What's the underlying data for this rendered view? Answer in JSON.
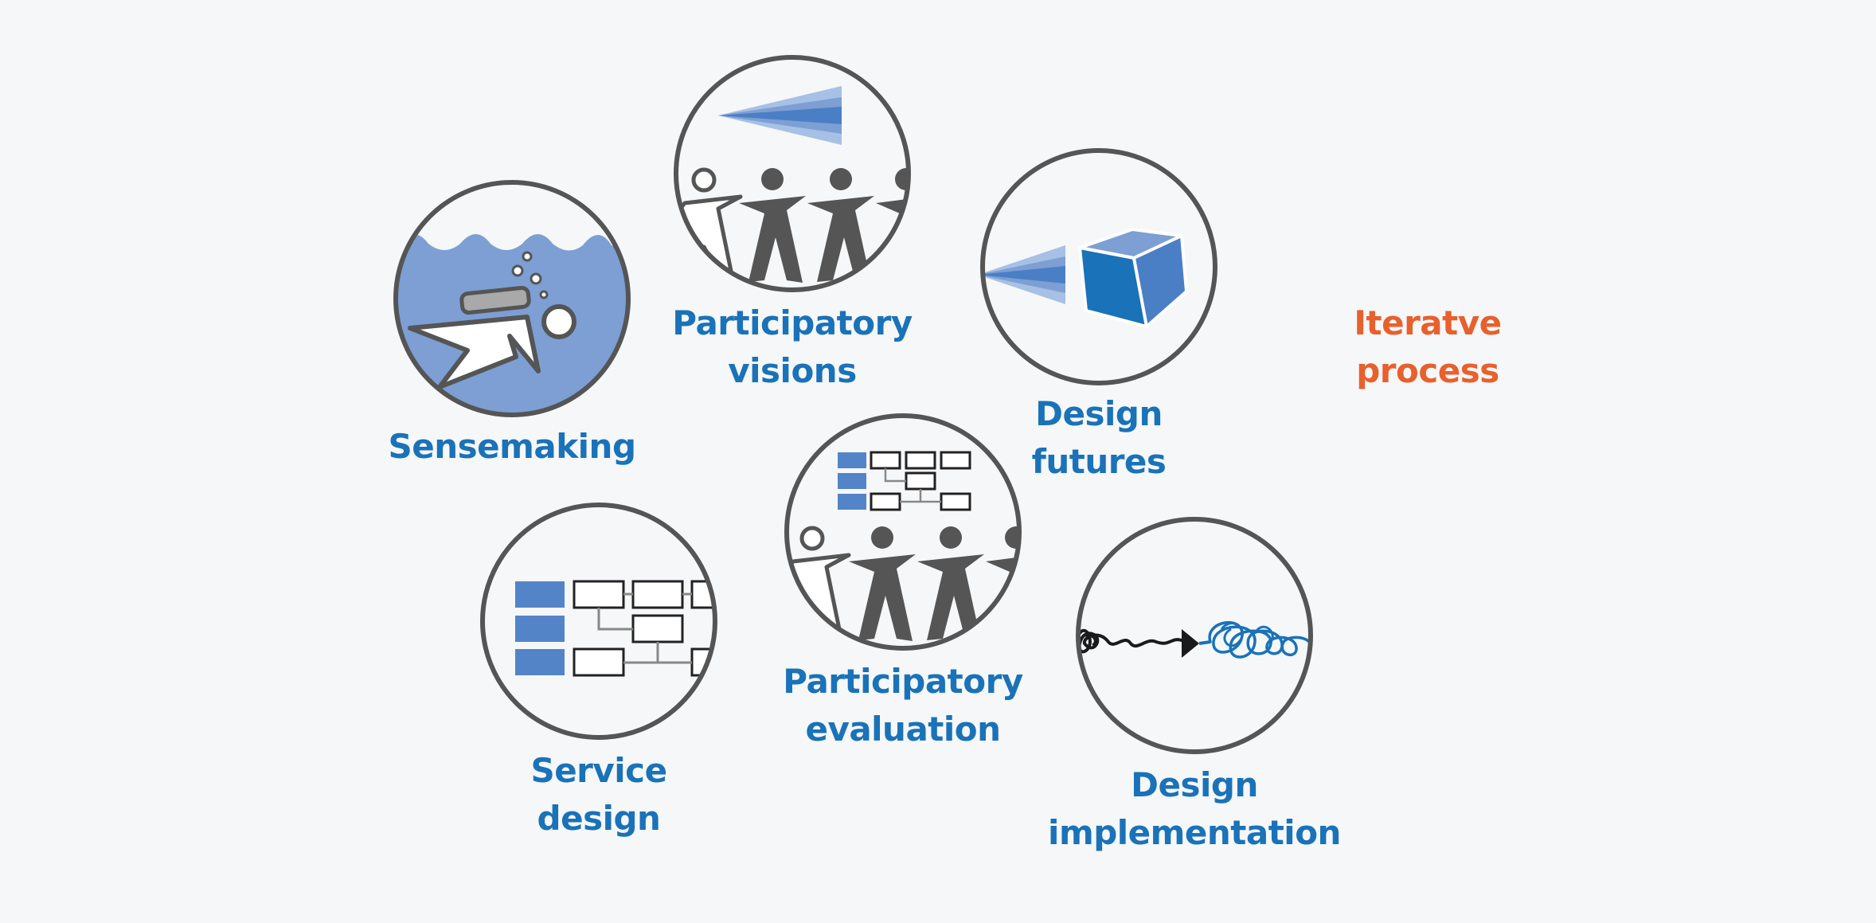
{
  "colors": {
    "label": "#1a72b8",
    "accent": "#e8602c",
    "outline": "#555555",
    "fill_light": "#7d9fd3",
    "fill_mid": "#5384c8",
    "fill_dark": "#1a72b8",
    "background": "#f5f7f9"
  },
  "nodes": [
    {
      "id": "sensemaking",
      "icon": "diver-icon",
      "lines": [
        "Sensemaking"
      ]
    },
    {
      "id": "participatory-visions",
      "icon": "people-vision-icon",
      "lines": [
        "Participatory",
        "visions"
      ]
    },
    {
      "id": "design-futures",
      "icon": "cube-projection-icon",
      "lines": [
        "Design",
        "futures"
      ]
    },
    {
      "id": "service-design",
      "icon": "service-blueprint-icon",
      "lines": [
        "Service",
        "design"
      ]
    },
    {
      "id": "participatory-evaluation",
      "icon": "people-blueprint-icon",
      "lines": [
        "Participatory",
        "evaluation"
      ]
    },
    {
      "id": "design-implementation",
      "icon": "tangle-arrow-icon",
      "lines": [
        "Design",
        "implementation"
      ]
    }
  ],
  "annotation": {
    "lines": [
      "Iteratve",
      "process"
    ]
  }
}
